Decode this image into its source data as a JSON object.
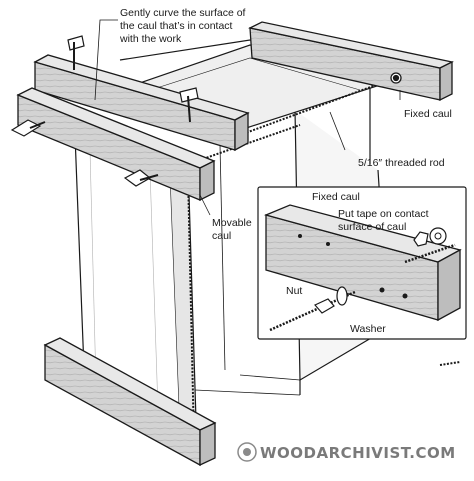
{
  "labels": {
    "curve_note": [
      "Gently curve the surface of",
      "the caul that’s in contact",
      "with the work"
    ],
    "fixed_caul": "Fixed caul",
    "threaded_rod": "5/16″ threaded rod",
    "movable_caul": [
      "Movable",
      "caul"
    ],
    "inset_fixed_caul": "Fixed caul",
    "tape_note": [
      "Put tape on contact",
      "surface of caul"
    ],
    "nut": "Nut",
    "washer": "Washer"
  },
  "watermark": "WOODARCHIVIST.COM",
  "colors": {
    "wood": "#d3d3d3",
    "wood_dark": "#bdbdbd",
    "panel": "#f4f4f4",
    "line": "#1a1a1a"
  }
}
